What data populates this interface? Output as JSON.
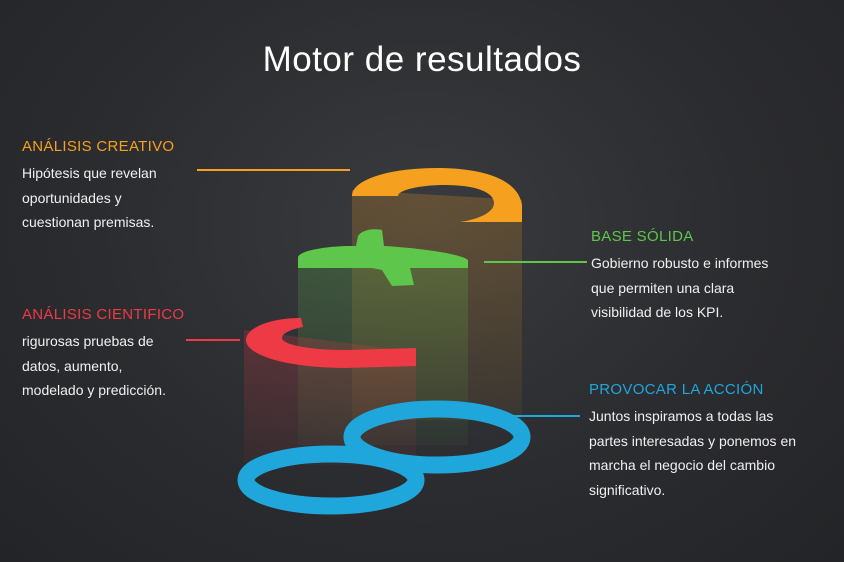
{
  "title": "Motor de resultados",
  "colors": {
    "orange": "#f5a01e",
    "green": "#5ec64a",
    "red": "#ee3a45",
    "blue": "#1fa6db",
    "background": "#2b2c2f"
  },
  "sections": {
    "creativo": {
      "heading": "ANÁLISIS CREATIVO",
      "lines": [
        "Hipótesis que revelan",
        "oportunidades y",
        "cuestionan premisas."
      ]
    },
    "cientifico": {
      "heading": "ANÁLISIS CIENTIFICO",
      "lines": [
        "rigurosas pruebas de",
        "datos, aumento,",
        "modelado y predicción."
      ]
    },
    "base": {
      "heading": "BASE SÓLIDA",
      "lines": [
        "Gobierno robusto e informes",
        "que permiten una clara",
        "visibilidad de los KPI."
      ]
    },
    "accion": {
      "heading": "PROVOCAR LA ACCIÓN",
      "lines": [
        "Juntos inspiramos a todas las",
        "partes interesadas y ponemos en",
        "marcha el negocio del cambio",
        "significativo."
      ]
    }
  }
}
